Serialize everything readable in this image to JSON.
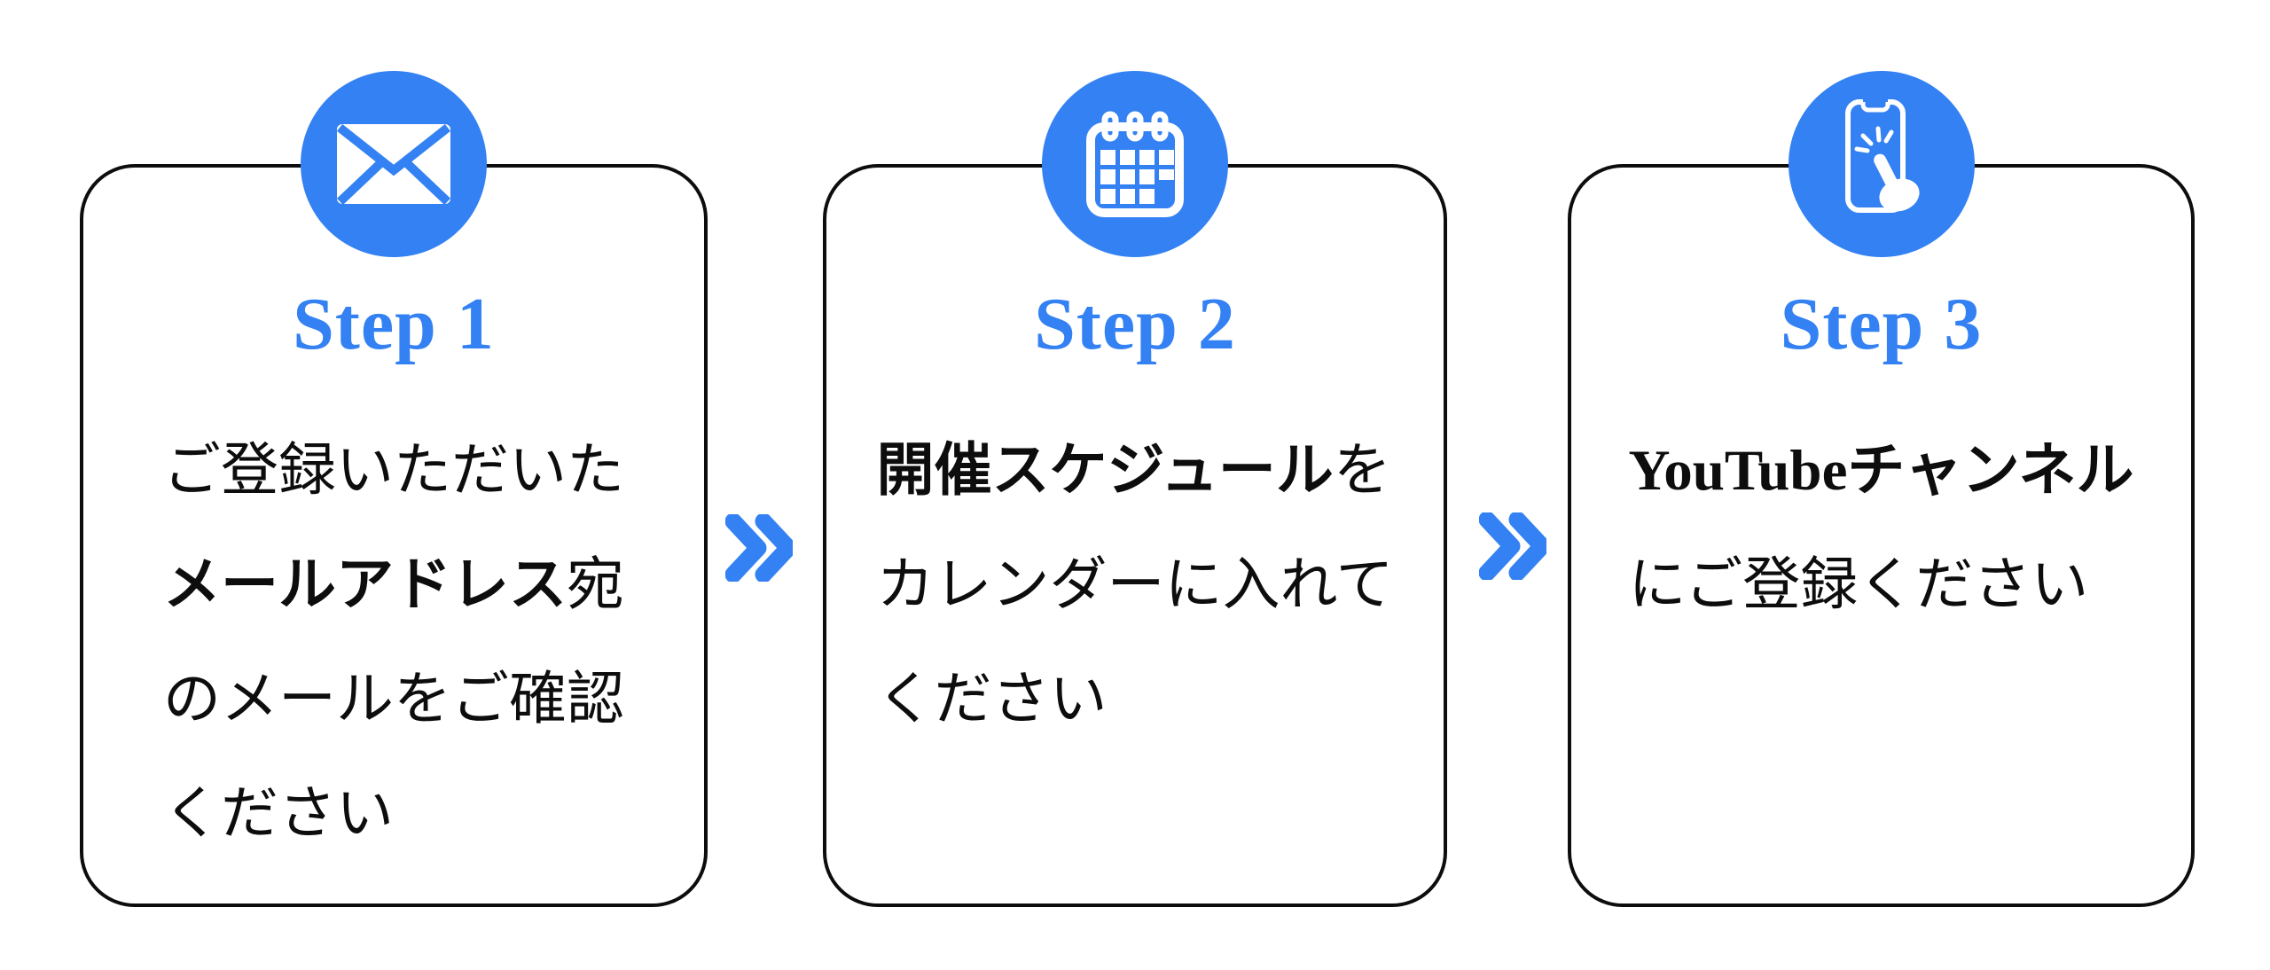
{
  "colors": {
    "accent": "#3381F3",
    "border": "#0d0d0d",
    "text": "#0d0d0d",
    "icon_foreground": "#ffffff"
  },
  "cards": [
    {
      "title": "Step 1",
      "icon": "envelope-icon",
      "body": [
        [
          {
            "t": "ご登録いただいた",
            "b": false
          }
        ],
        [
          {
            "t": "メールアドレス",
            "b": true
          },
          {
            "t": "宛",
            "b": false
          }
        ],
        [
          {
            "t": "のメールをご確認",
            "b": false
          }
        ],
        [
          {
            "t": "ください",
            "b": false
          }
        ]
      ]
    },
    {
      "title": "Step 2",
      "icon": "calendar-icon",
      "body": [
        [
          {
            "t": "開催スケジュール",
            "b": true
          },
          {
            "t": "を",
            "b": false
          }
        ],
        [
          {
            "t": "カレンダーに入れて",
            "b": false
          }
        ],
        [
          {
            "t": "ください",
            "b": false
          }
        ]
      ]
    },
    {
      "title": "Step 3",
      "icon": "smartphone-tap-icon",
      "body": [
        [
          {
            "t": "YouTubeチャンネル",
            "b": true
          }
        ],
        [
          {
            "t": "にご登録ください",
            "b": false
          }
        ]
      ]
    }
  ],
  "arrows": [
    {
      "icon": "double-chevron-icon"
    },
    {
      "icon": "double-chevron-icon"
    }
  ]
}
